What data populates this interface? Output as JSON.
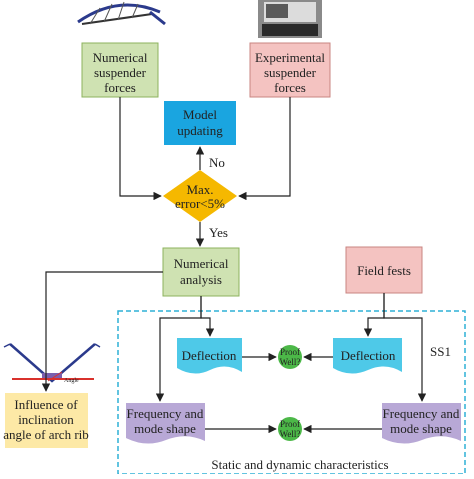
{
  "nodes": {
    "numerical_forces": [
      "Numerical",
      "suspender",
      "forces"
    ],
    "experimental_forces": [
      "Experimental",
      "suspender",
      "forces"
    ],
    "model_updating": [
      "Model",
      "updating"
    ],
    "decision": [
      "Max.",
      "error<5%"
    ],
    "numerical_analysis": [
      "Numerical",
      "analysis"
    ],
    "field_tests": [
      "Field fests"
    ],
    "deflection_left": "Deflection",
    "deflection_right": "Deflection",
    "proof_top": [
      "Proof",
      "Well?"
    ],
    "proof_bottom": [
      "Proof",
      "Well?"
    ],
    "freq_left": [
      "Frequency and",
      "mode shape"
    ],
    "freq_right": [
      "Frequency and",
      "mode shape"
    ],
    "influence": [
      "Influence of",
      "inclination",
      "angle of arch rib"
    ]
  },
  "edge_labels": {
    "no": "No",
    "yes": "Yes"
  },
  "group": {
    "label": "SS1",
    "caption": "Static and dynamic characteristics"
  },
  "figure_labels": {
    "angle": "Angle"
  },
  "colors": {
    "green_fill": "#cfe2b2",
    "green_stroke": "#8cb35e",
    "pink_fill": "#f4c3c1",
    "pink_stroke": "#c98581",
    "blue_fill": "#1aa5e0",
    "orange_fill": "#f5b800",
    "cyan_fill": "#4ec9e8",
    "purple_fill": "#b8a8d6",
    "proof_fill": "#4cb848",
    "yellow_fill": "#fde9a6",
    "dashed_border": "#2eb0d6",
    "arrow": "#222222"
  }
}
